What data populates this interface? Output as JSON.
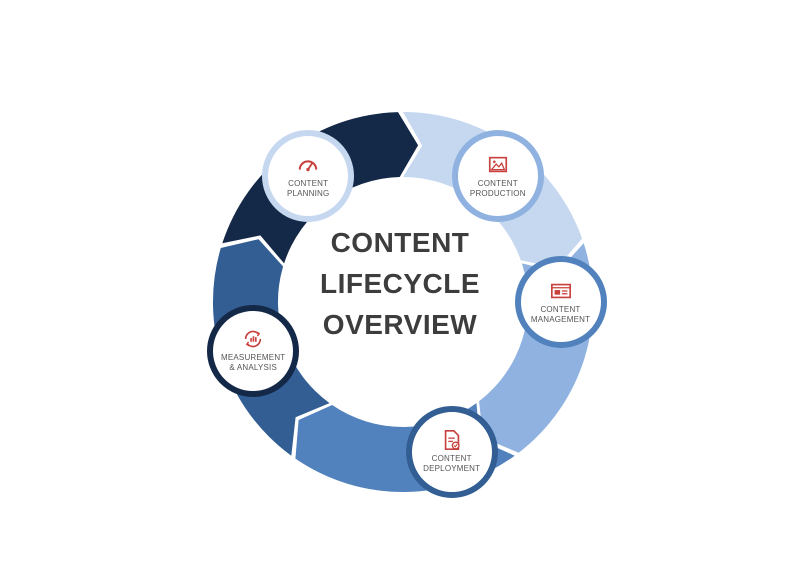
{
  "title": {
    "line1": "CONTENT",
    "line2": "LIFECYCLE",
    "line3": "OVERVIEW"
  },
  "stages": [
    {
      "line1": "CONTENT",
      "line2": "PLANNING",
      "icon": "gauge-icon",
      "color": "#c5d8f0"
    },
    {
      "line1": "CONTENT",
      "line2": "PRODUCTION",
      "icon": "image-frame-icon",
      "color": "#8fb2e0"
    },
    {
      "line1": "CONTENT",
      "line2": "MANAGEMENT",
      "icon": "dashboard-icon",
      "color": "#5282bd"
    },
    {
      "line1": "CONTENT",
      "line2": "DEPLOYMENT",
      "icon": "document-check-icon",
      "color": "#325e94"
    },
    {
      "line1": "MEASUREMENT",
      "line2": "& ANALYSIS",
      "icon": "cycle-chart-icon",
      "color": "#142848"
    }
  ],
  "colors": {
    "icon": "#c8413d",
    "title": "#3d3d3d",
    "label": "#555555"
  }
}
